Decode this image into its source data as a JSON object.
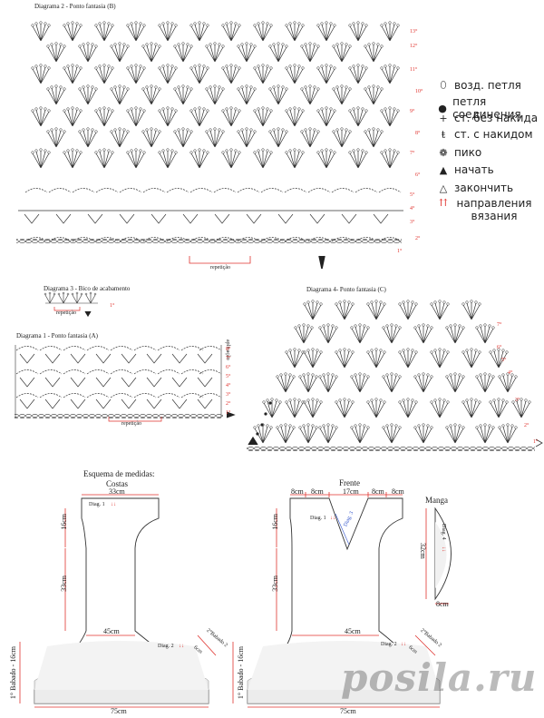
{
  "diagrams": {
    "b_title": "Diagrama 2 - Ponto fantasia (B)",
    "b_repeat": "repetição",
    "b_rows": [
      "13°",
      "12°",
      "11°",
      "10°",
      "9°",
      "8°",
      "7°",
      "6°",
      "5°",
      "4°",
      "3°",
      "2°",
      "1°"
    ],
    "bico_title": "Diagrama 3 - Bico de acabamento",
    "bico_repeat": "repetição",
    "bico_row": "1°",
    "a_title": "Diagrama 1 - Ponto fantasia (A)",
    "a_repeat": "repetição",
    "a_side": "aplicação",
    "a_rows": [
      "8°",
      "7°",
      "6°",
      "5°",
      "4°",
      "3°",
      "2°",
      "1°"
    ],
    "c_title": "Diagrama 4- Ponto fantasia (C)",
    "c_rows": [
      "7°",
      "6°",
      "5°",
      "4°",
      "3°",
      "2°",
      "1°"
    ]
  },
  "legend": [
    {
      "icon": "chain-icon",
      "glyph": "⬯",
      "label": "возд. петля"
    },
    {
      "icon": "slip-stitch-icon",
      "glyph": "●",
      "label": "петля соединения"
    },
    {
      "icon": "single-crochet-icon",
      "glyph": "+",
      "label": "ст. без накида"
    },
    {
      "icon": "double-crochet-icon",
      "glyph": "ŧ",
      "label": "ст. с накидом"
    },
    {
      "icon": "picot-icon",
      "glyph": "❁",
      "label": "пико"
    },
    {
      "icon": "start-icon",
      "glyph": "▲",
      "label": "начать"
    },
    {
      "icon": "finish-icon",
      "glyph": "△",
      "label": "закончить"
    },
    {
      "icon": "direction-icon",
      "glyph": "⇈",
      "label": "направления вязания"
    }
  ],
  "schema": {
    "title": "Esquema de medidas:",
    "back": {
      "title": "Costas",
      "top": "33cm",
      "diag": "Diag. 1",
      "armhole": "16cm",
      "body": "33cm",
      "waist": "45cm",
      "ruffle2": "2°Babado 2",
      "ruffle2_len": "6cm",
      "diag2": "Diag. 2",
      "ruffle1": "1° Babado - 16cm",
      "bottom": "75cm"
    },
    "front": {
      "title": "Frente",
      "shoulder_l": "8cm",
      "neck_l": "8cm",
      "neck": "17cm",
      "neck_r": "8cm",
      "shoulder_r": "8cm",
      "diag1": "Diag. 1",
      "diag3": "Diag. 3",
      "armhole": "16cm",
      "body": "33cm",
      "waist": "45cm",
      "ruffle2": "2°Babado 2",
      "ruffle2_len": "6cm",
      "diag2": "Diag. 2",
      "ruffle1": "1° Babado - 16cm",
      "bottom": "75cm"
    },
    "sleeve": {
      "title": "Manga",
      "diag": "Diag. 4",
      "length": "32cm",
      "bottom": "8cm"
    }
  },
  "watermark": "posila.ru"
}
